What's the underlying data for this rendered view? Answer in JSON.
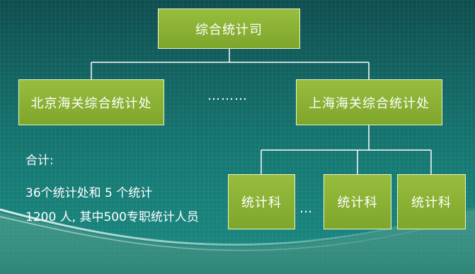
{
  "org_chart": {
    "top": "综合统计司",
    "level2": {
      "left": "北京海关综合统计处",
      "middle_ellipsis": "………",
      "right": "上海海关综合统计处"
    },
    "level3": {
      "left": "统计科",
      "middle_ellipsis": "…",
      "center": "统计科",
      "right": "统计科"
    }
  },
  "summary": {
    "title": "合计:",
    "line1": "36个统计处和 5 个统计",
    "line2": "1200 人, 其中500专职统计人员"
  },
  "colors": {
    "node_fill": "#8bb135",
    "node_border": "#e8f3c8",
    "background": "#126462",
    "connector": "#ffffff"
  }
}
